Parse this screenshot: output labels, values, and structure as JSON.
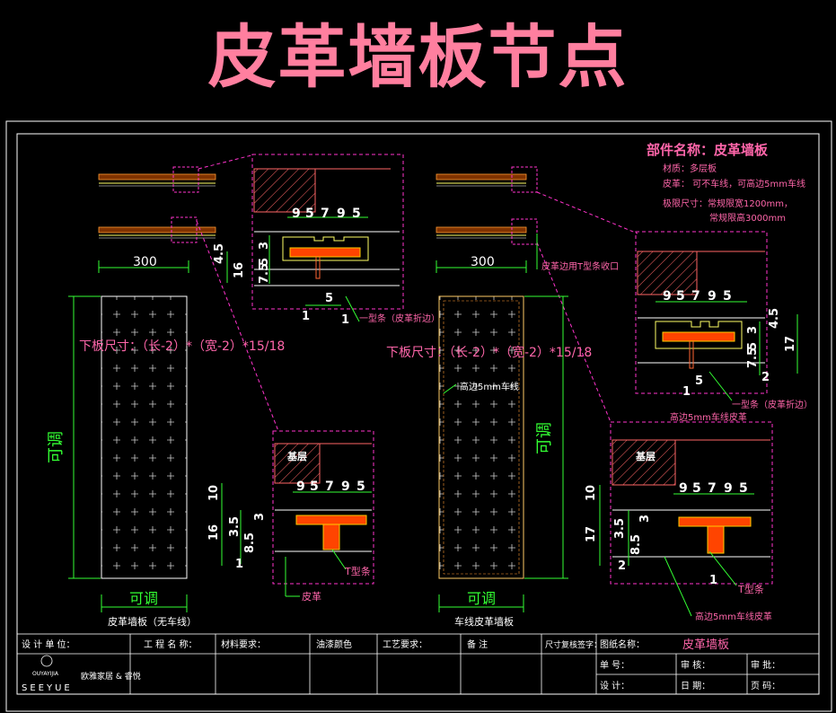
{
  "title": "皮革墙板节点",
  "spec": {
    "heading": "部件名称：皮革墙板",
    "material": "材质：多层板",
    "leather": "皮革：  可不车线，可高边5mm车线",
    "limit1": "极限尺寸：常规限宽1200mm，",
    "limit2": "常规限高3000mm"
  },
  "left": {
    "dim_300": "300",
    "formula": "下板尺寸：（长-2）*（宽-2）*15/18",
    "dim_side": "可调",
    "dim_bottom": "可调",
    "caption": "皮革墙板（无车线）",
    "d1_col": [
      "4.5",
      "16"
    ],
    "d1_top": [
      "9",
      "5",
      "7",
      "9",
      "5"
    ],
    "d1_right": [
      "3",
      "5",
      "7.5"
    ],
    "d1_bottom": [
      "1",
      "5",
      "1"
    ],
    "d1_label": "一型条（皮革折边）",
    "d2_base": "基层",
    "d2_top": [
      "9",
      "5",
      "7",
      "9",
      "5"
    ],
    "d2_left_outer": [
      "10",
      "16"
    ],
    "d2_left_inner": [
      "3",
      "3.5",
      "8.5",
      "1"
    ],
    "d2_label_t": "T型条",
    "d2_label_leather": "皮革"
  },
  "right": {
    "dim_300": "300",
    "edge_note": "皮革边用T型条收口",
    "formula": "下板尺寸：（长-2）*（宽-2）*15/18",
    "inside_note": "高边5mm车线",
    "dim_side": "可调",
    "dim_bottom": "可调",
    "caption": "车线皮革墙板",
    "d1_top": [
      "9",
      "5",
      "7",
      "9",
      "5"
    ],
    "d1_right_inner": [
      "3",
      "5",
      "7.5",
      "2"
    ],
    "d1_right_outer": [
      "4.5",
      "17"
    ],
    "d1_bottom": [
      "1",
      "5"
    ],
    "d1_label": "一型条（皮革折边）",
    "d1_label2": "高边5mm车线皮革",
    "d2_base": "基层",
    "d2_top": [
      "9",
      "5",
      "7",
      "9",
      "5"
    ],
    "d2_left_outer": [
      "10",
      "17"
    ],
    "d2_left_inner": [
      "3",
      "3.5",
      "8.5",
      "2"
    ],
    "d2_label_t": "T型条",
    "d2_label2": "高边5mm车线皮革",
    "d2_bottom": "1"
  },
  "titleblock": {
    "design_unit": "设 计 单 位：",
    "project_name": "工 程 名 称：",
    "material_req": "材料要求：",
    "paint_color": "油漆颜色",
    "process_req": "工艺要求：",
    "remarks": "备    注",
    "size_confirm": "尺寸复核签字：",
    "drawing_name_label": "图纸名称：",
    "drawing_name": "皮革墙板",
    "sheet_no": "单 号：",
    "review1": "审 核：",
    "review2": "审 批：",
    "design": "设 计：",
    "date": "日 期：",
    "page": "页 码：",
    "company": "欧雅家居 & 睿悦",
    "brand": "SEEYUE",
    "brand_small": "OUYAYIJIA"
  }
}
